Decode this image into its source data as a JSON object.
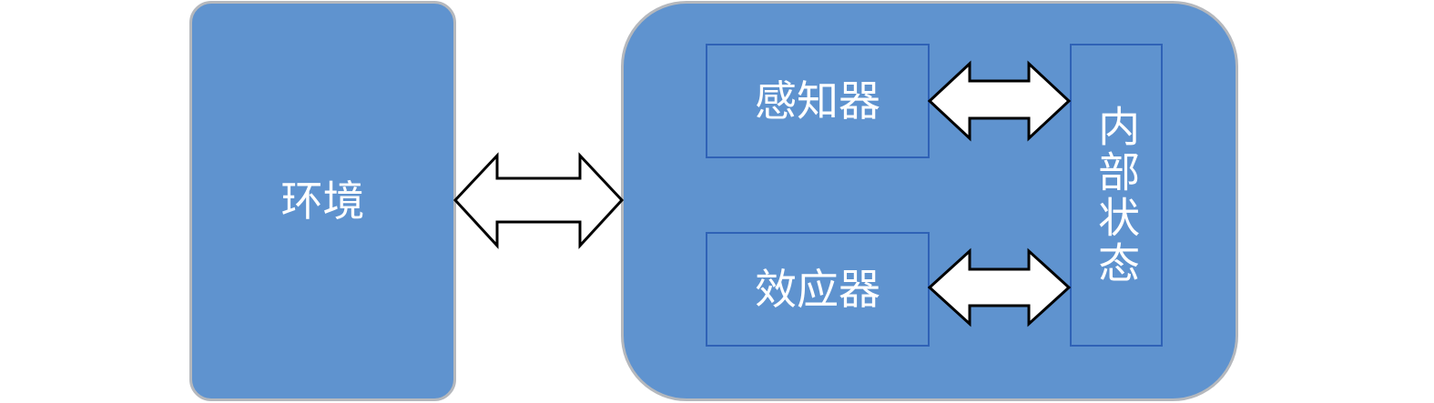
{
  "colors": {
    "fill": "#5f93cf",
    "outer_stroke": "#b5b8bd",
    "inner_stroke": "#2f62b6",
    "text": "#ffffff",
    "arrow_fill": "#ffffff",
    "arrow_stroke": "#000000"
  },
  "nodes": {
    "environment": "环境",
    "sensor": "感知器",
    "effector": "效应器",
    "internal_state": "内部状态"
  }
}
